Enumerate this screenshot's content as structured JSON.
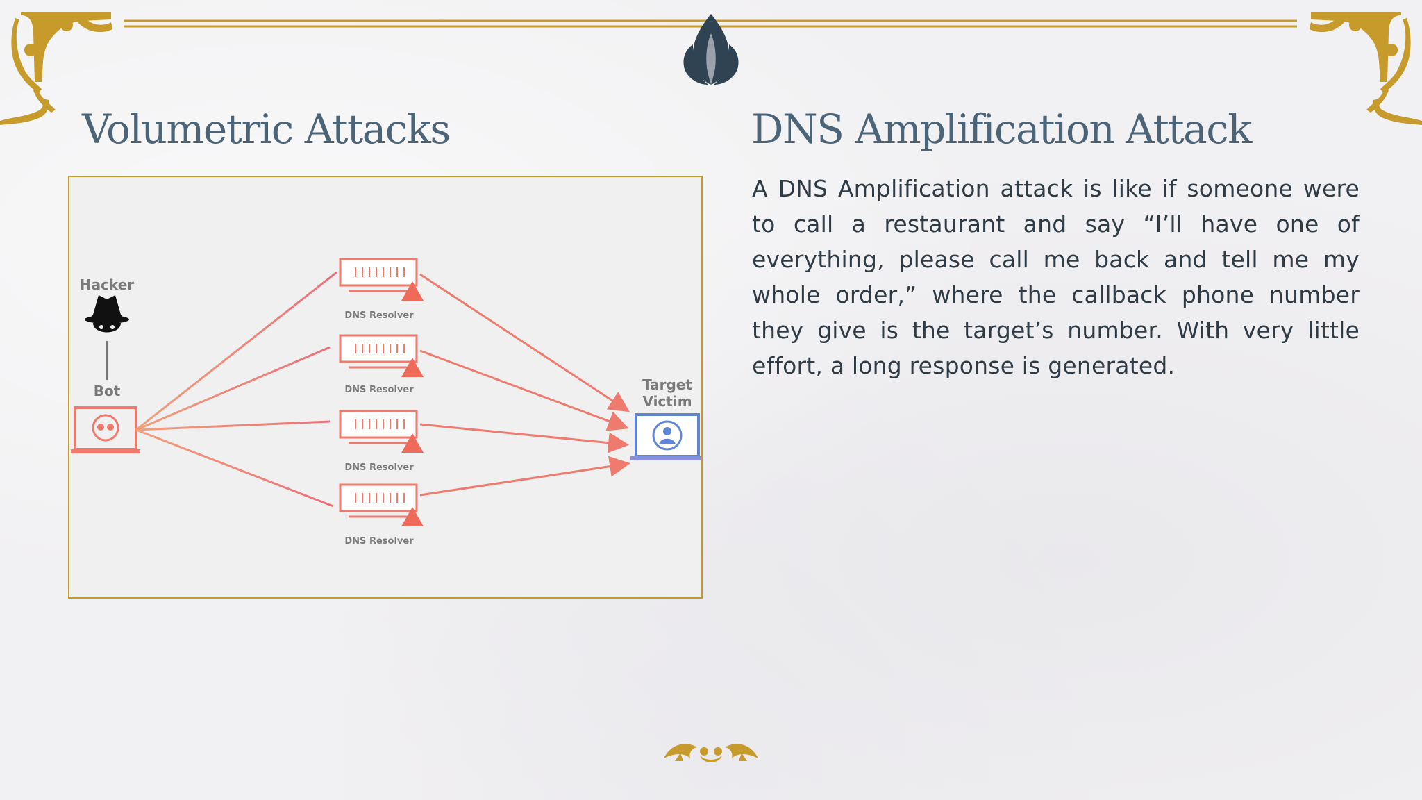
{
  "slide": {
    "left_title": "Volumetric Attacks",
    "right_title": "DNS Amplification Attack",
    "body": "A DNS Amplification attack is like if someone were to call a restaurant and say “I’ll have one of everything, please call me back and tell me my whole order,” where the callback phone number they give is the target’s number. With very little effort, a long response is generated."
  },
  "diagram": {
    "hacker_label": "Hacker",
    "bot_label": "Bot",
    "target_label_line1": "Target",
    "target_label_line2": "Victim",
    "resolver_label": "DNS Resolver",
    "resolver_count": 4
  },
  "colors": {
    "accent_gold": "#c79a2c",
    "heading": "#4c6478",
    "body_text": "#2f3b45",
    "attack_line": "#ef7a6e",
    "target_blue": "#5f86d6",
    "lotus": "#2f4353"
  },
  "icons": [
    "corner-ornament-icon",
    "lotus-icon",
    "bottom-flourish-icon",
    "hacker-icon",
    "bot-laptop-icon",
    "server-icon",
    "warning-icon",
    "victim-laptop-icon"
  ]
}
